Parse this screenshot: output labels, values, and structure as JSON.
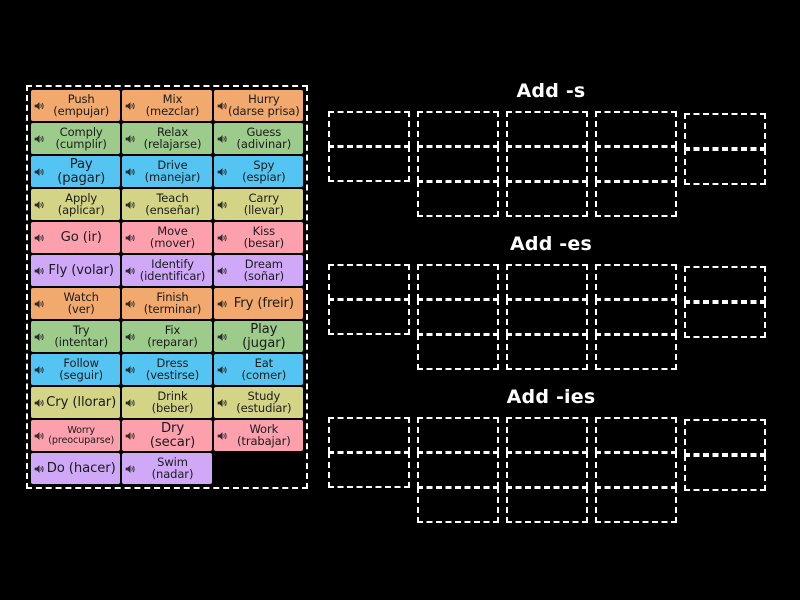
{
  "activity": {
    "type": "drag-and-drop-sorting",
    "background_color": "#000000"
  },
  "tile_bank": {
    "name": "verb-tiles",
    "border_style": "dashed-white",
    "audio_icon": "speaker-icon",
    "tiles": [
      {
        "english": "Push",
        "spanish": "(empujar)",
        "text": "Push\n(empujar)",
        "color": "#f2a96e",
        "color_name": "orange",
        "size": "two-line"
      },
      {
        "english": "Mix",
        "spanish": "(mezclar)",
        "text": "Mix\n(mezclar)",
        "color": "#f2a96e",
        "color_name": "orange",
        "size": "two-line"
      },
      {
        "english": "Hurry",
        "spanish": "(darse prisa)",
        "text": "Hurry\n(darse prisa)",
        "color": "#f2a96e",
        "color_name": "orange",
        "size": "two-line"
      },
      {
        "english": "Comply",
        "spanish": "(cumplir)",
        "text": "Comply\n(cumplir)",
        "color": "#9ccb8c",
        "color_name": "green",
        "size": "two-line"
      },
      {
        "english": "Relax",
        "spanish": "(relajarse)",
        "text": "Relax\n(relajarse)",
        "color": "#9ccb8c",
        "color_name": "green",
        "size": "two-line"
      },
      {
        "english": "Guess",
        "spanish": "(adivinar)",
        "text": "Guess\n(adivinar)",
        "color": "#9ccb8c",
        "color_name": "green",
        "size": "two-line"
      },
      {
        "english": "Pay",
        "spanish": "(pagar)",
        "text": "Pay (pagar)",
        "color": "#54c5f2",
        "color_name": "blue",
        "size": "one-line"
      },
      {
        "english": "Drive",
        "spanish": "(manejar)",
        "text": "Drive\n(manejar)",
        "color": "#54c5f2",
        "color_name": "blue",
        "size": "two-line"
      },
      {
        "english": "Spy",
        "spanish": "(espiar)",
        "text": "Spy\n(espiar)",
        "color": "#54c5f2",
        "color_name": "blue",
        "size": "two-line"
      },
      {
        "english": "Apply",
        "spanish": "(aplicar)",
        "text": "Apply\n(aplicar)",
        "color": "#d4d487",
        "color_name": "khaki",
        "size": "two-line"
      },
      {
        "english": "Teach",
        "spanish": "(enseñar)",
        "text": "Teach\n(enseñar)",
        "color": "#d4d487",
        "color_name": "khaki",
        "size": "two-line"
      },
      {
        "english": "Carry",
        "spanish": "(llevar)",
        "text": "Carry\n(llevar)",
        "color": "#d4d487",
        "color_name": "khaki",
        "size": "two-line"
      },
      {
        "english": "Go",
        "spanish": "(ir)",
        "text": "Go (ir)",
        "color": "#fda0ae",
        "color_name": "pink",
        "size": "one-line"
      },
      {
        "english": "Move",
        "spanish": "(mover)",
        "text": "Move\n(mover)",
        "color": "#fda0ae",
        "color_name": "pink",
        "size": "two-line"
      },
      {
        "english": "Kiss",
        "spanish": "(besar)",
        "text": "Kiss\n(besar)",
        "color": "#fda0ae",
        "color_name": "pink",
        "size": "two-line"
      },
      {
        "english": "Fly",
        "spanish": "(volar)",
        "text": "Fly (volar)",
        "color": "#cfa9f7",
        "color_name": "purple",
        "size": "one-line"
      },
      {
        "english": "Identify",
        "spanish": "(identificar)",
        "text": "Identify\n(identificar)",
        "color": "#cfa9f7",
        "color_name": "purple",
        "size": "two-line"
      },
      {
        "english": "Dream",
        "spanish": "(soñar)",
        "text": "Dream\n(soñar)",
        "color": "#cfa9f7",
        "color_name": "purple",
        "size": "two-line"
      },
      {
        "english": "Watch",
        "spanish": "(ver)",
        "text": "Watch\n(ver)",
        "color": "#f2a96e",
        "color_name": "orange",
        "size": "two-line"
      },
      {
        "english": "Finish",
        "spanish": "(terminar)",
        "text": "Finish\n(terminar)",
        "color": "#f2a96e",
        "color_name": "orange",
        "size": "two-line"
      },
      {
        "english": "Fry",
        "spanish": "(freir)",
        "text": "Fry (freir)",
        "color": "#f2a96e",
        "color_name": "orange",
        "size": "one-line"
      },
      {
        "english": "Try",
        "spanish": "(intentar)",
        "text": "Try\n(intentar)",
        "color": "#9ccb8c",
        "color_name": "green",
        "size": "two-line"
      },
      {
        "english": "Fix",
        "spanish": "(reparar)",
        "text": "Fix\n(reparar)",
        "color": "#9ccb8c",
        "color_name": "green",
        "size": "two-line"
      },
      {
        "english": "Play",
        "spanish": "(jugar)",
        "text": "Play (jugar)",
        "color": "#9ccb8c",
        "color_name": "green",
        "size": "one-line"
      },
      {
        "english": "Follow",
        "spanish": "(seguir)",
        "text": "Follow\n(seguir)",
        "color": "#54c5f2",
        "color_name": "blue",
        "size": "two-line"
      },
      {
        "english": "Dress",
        "spanish": "(vestirse)",
        "text": "Dress\n(vestirse)",
        "color": "#54c5f2",
        "color_name": "blue",
        "size": "two-line"
      },
      {
        "english": "Eat",
        "spanish": "(comer)",
        "text": "Eat\n(comer)",
        "color": "#54c5f2",
        "color_name": "blue",
        "size": "two-line"
      },
      {
        "english": "Cry",
        "spanish": "(llorar)",
        "text": "Cry (llorar)",
        "color": "#d4d487",
        "color_name": "khaki",
        "size": "one-line"
      },
      {
        "english": "Drink",
        "spanish": "(beber)",
        "text": "Drink\n(beber)",
        "color": "#d4d487",
        "color_name": "khaki",
        "size": "two-line"
      },
      {
        "english": "Study",
        "spanish": "(estudiar)",
        "text": "Study\n(estudiar)",
        "color": "#d4d487",
        "color_name": "khaki",
        "size": "two-line"
      },
      {
        "english": "Worry",
        "spanish": "(preocuparse)",
        "text": "Worry\n(preocuparse)",
        "color": "#fda0ae",
        "color_name": "pink",
        "size": "tiny"
      },
      {
        "english": "Dry",
        "spanish": "(secar)",
        "text": "Dry (secar)",
        "color": "#fda0ae",
        "color_name": "pink",
        "size": "one-line"
      },
      {
        "english": "Work",
        "spanish": "(trabajar)",
        "text": "Work\n(trabajar)",
        "color": "#fda0ae",
        "color_name": "pink",
        "size": "two-line"
      },
      {
        "english": "Do",
        "spanish": "(hacer)",
        "text": "Do (hacer)",
        "color": "#cfa9f7",
        "color_name": "purple",
        "size": "one-line"
      },
      {
        "english": "Swim",
        "spanish": "(nadar)",
        "text": "Swim\n(nadar)",
        "color": "#cfa9f7",
        "color_name": "purple",
        "size": "two-line"
      }
    ]
  },
  "groups": [
    {
      "id": "add-s",
      "title": "Add -s",
      "title_color": "#ffffff",
      "slot_rows": [
        5,
        5,
        3
      ],
      "slot_count": 13
    },
    {
      "id": "add-es",
      "title": "Add -es",
      "title_color": "#ffffff",
      "slot_rows": [
        5,
        5,
        3
      ],
      "slot_count": 13
    },
    {
      "id": "add-ies",
      "title": "Add -ies",
      "title_color": "#ffffff",
      "slot_rows": [
        5,
        5,
        3
      ],
      "slot_count": 13
    }
  ]
}
